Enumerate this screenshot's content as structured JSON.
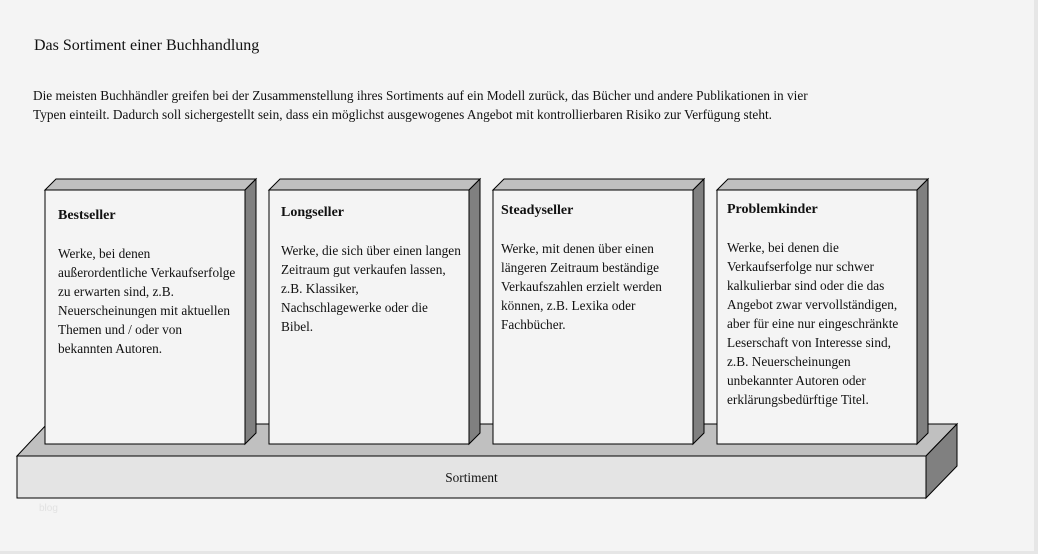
{
  "title": "Das Sortiment einer Buchhandlung",
  "intro": "Die meisten Buchhändler greifen bei der Zusammenstellung ihres Sortiments auf ein Modell zurück, das Bücher und andere Publikationen in vier Typen einteilt. Dadurch soll sichergestellt sein, dass ein möglichst ausgewogenes Angebot mit kontrollierbaren Risiko zur Verfügung steht.",
  "cards": [
    {
      "title": "Bestseller",
      "text": "Werke, bei denen außerordentliche Verkaufserfolge zu erwarten sind, z.B. Neuerscheinungen mit aktuellen Themen und / oder von bekannten Autoren."
    },
    {
      "title": "Longseller",
      "text": "Werke, die sich über einen langen Zeitraum gut verkaufen lassen, z.B. Klassiker, Nachschlagewerke oder die Bibel."
    },
    {
      "title": "Steadyseller",
      "text": "Werke, mit denen über einen längeren Zeitraum beständige Verkaufszahlen erzielt werden können, z.B. Lexika oder Fachbücher."
    },
    {
      "title": "Problemkinder",
      "text": "Werke, bei denen die Verkaufserfolge nur schwer kalkulierbar sind oder die das Angebot zwar vervollständigen, aber für eine nur eingeschränkte Leserschaft von Interesse sind, z.B. Neuerscheinungen unbekannter Autoren oder erklärungsbedürftige Titel."
    }
  ],
  "base_label": "Sortiment",
  "watermark": "blog",
  "colors": {
    "background": "#f4f4f4",
    "front": "#f4f4f4",
    "top": "#c0c0c0",
    "side": "#808080",
    "base_front": "#e4e4e4"
  }
}
